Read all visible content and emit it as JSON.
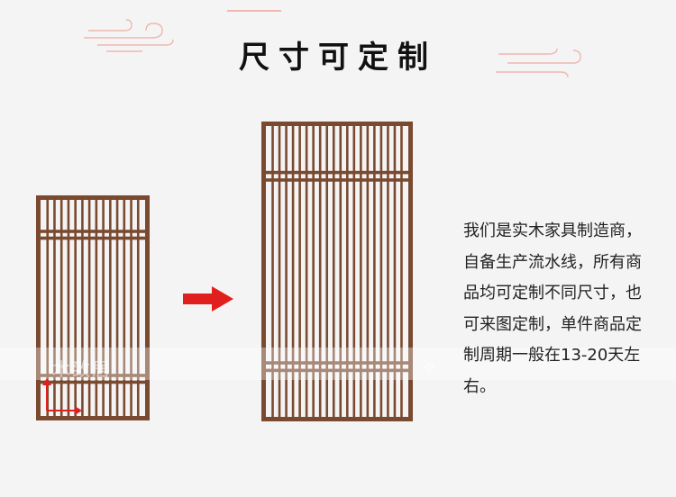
{
  "page": {
    "title": "尺寸可定制"
  },
  "description": {
    "lines": [
      "我们是实木家具制造商，",
      "自备生产流水线，所有商",
      "品均可定制不同尺寸，也",
      "可来图定制，单件商品定",
      "制周期一般在13-20天左",
      "右。"
    ]
  },
  "watermark": {
    "text": "木致居"
  },
  "colors": {
    "wood": "#7a4a30",
    "arrow": "#e0201c",
    "cloud": "#f0b7b0",
    "background": "#f5f4f4"
  },
  "icons": {
    "arrow": "right-arrow-icon",
    "dimension": "dimension-axes-icon"
  }
}
